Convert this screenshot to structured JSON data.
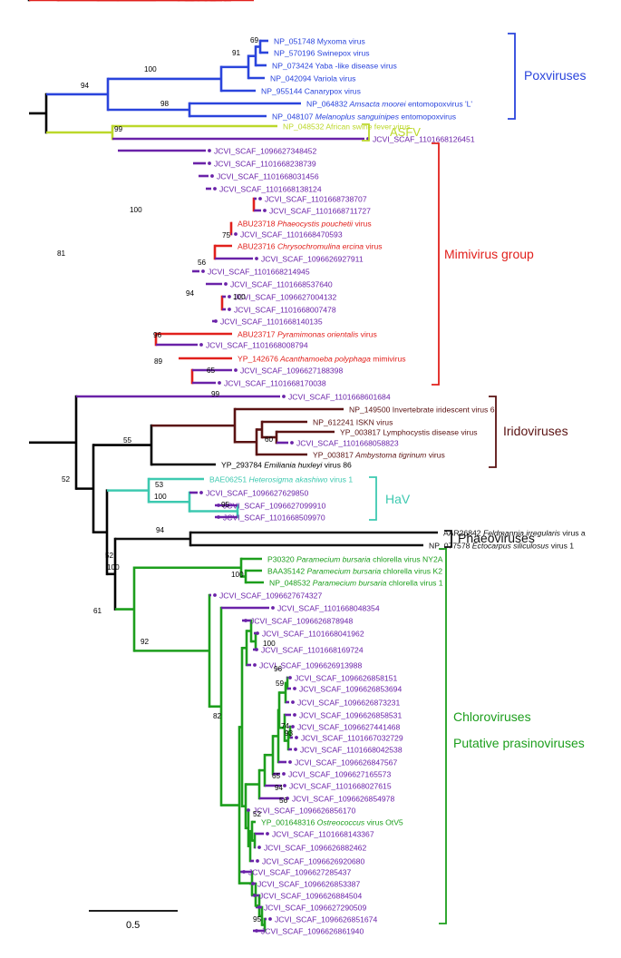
{
  "colors": {
    "pox": "#2a44dc",
    "asfv": "#bcd82a",
    "mimi": "#e1201c",
    "irido": "#5a1212",
    "hav": "#3dc9b0",
    "phaeo": "#111111",
    "chloro": "#1c9e1c",
    "env": "#6a22a8",
    "base": "#000000"
  },
  "leaves": [
    {
      "id": "NP_051748",
      "name": "Myxoma virus",
      "group": "pox"
    },
    {
      "id": "NP_570196",
      "name": "Swinepox virus",
      "group": "pox"
    },
    {
      "id": "NP_073424",
      "name": "Yaba -like disease virus",
      "group": "pox"
    },
    {
      "id": "NP_042094",
      "name": "Variola virus",
      "group": "pox"
    },
    {
      "id": "NP_955144",
      "name": "Canarypox virus",
      "group": "pox"
    },
    {
      "id": "NP_064832",
      "name": "Amsacta moorei",
      "name2": "entomopoxvirus 'L'",
      "italic": true,
      "group": "pox"
    },
    {
      "id": "NP_048107",
      "name": "Melanoplus sanguinipes",
      "name2": "entomopoxvirus",
      "italic": true,
      "group": "pox"
    },
    {
      "id": "NP_048532",
      "name": "African swine fever virus",
      "group": "asfv"
    },
    {
      "id": "JCVI_SCAF_1101668126451",
      "group": "env"
    },
    {
      "id": "JCVI_SCAF_1096627348452",
      "group": "env"
    },
    {
      "id": "JCVI_SCAF_1101668238739",
      "group": "env"
    },
    {
      "id": "JCVI_SCAF_1101668031456",
      "group": "env"
    },
    {
      "id": "JCVI_SCAF_1101668138124",
      "group": "env"
    },
    {
      "id": "JCVI_SCAF_1101668738707",
      "group": "env"
    },
    {
      "id": "JCVI_SCAF_1101668711727",
      "group": "env"
    },
    {
      "id": "ABU23718",
      "name": "Phaeocystis pouchetii",
      "name2": "virus",
      "italic": true,
      "group": "mimi"
    },
    {
      "id": "JCVI_SCAF_1101668470593",
      "group": "env"
    },
    {
      "id": "ABU23716",
      "name": "Chrysochromulina ercina",
      "name2": "virus",
      "italic": true,
      "group": "mimi"
    },
    {
      "id": "JCVI_SCAF_1096626927911",
      "group": "env"
    },
    {
      "id": "JCVI_SCAF_1101668214945",
      "group": "env"
    },
    {
      "id": "JCVI_SCAF_1101668537640",
      "group": "env"
    },
    {
      "id": "JCVI_SCAF_1096627004132",
      "group": "env"
    },
    {
      "id": "JCVI_SCAF_1101668007478",
      "group": "env"
    },
    {
      "id": "JCVI_SCAF_1101668140135",
      "group": "env"
    },
    {
      "id": "ABU23717",
      "name": "Pyramimonas orientalis",
      "name2": "virus",
      "italic": true,
      "group": "mimi"
    },
    {
      "id": "JCVI_SCAF_1101668008794",
      "group": "env"
    },
    {
      "id": "YP_142676",
      "name": "Acanthamoeba polyphaga",
      "name2": "mimivirus",
      "italic": true,
      "group": "mimi"
    },
    {
      "id": "JCVI_SCAF_1096627188398",
      "group": "env"
    },
    {
      "id": "JCVI_SCAF_1101668170038",
      "group": "env"
    },
    {
      "id": "JCVI_SCAF_1101668601684",
      "group": "env"
    },
    {
      "id": "NP_149500",
      "name": "Invertebrate iridescent virus 6",
      "group": "irido"
    },
    {
      "id": "NP_612241",
      "name": "ISKN virus",
      "group": "irido"
    },
    {
      "id": "YP_003817",
      "name": "Lymphocystis disease virus",
      "group": "irido"
    },
    {
      "id": "JCVI_SCAF_1101668058823",
      "group": "env"
    },
    {
      "id": "YP_003817",
      "name": "Ambystoma tigrinum",
      "name2": "virus",
      "italic": true,
      "group": "irido"
    },
    {
      "id": "YP_293784",
      "name": "Emiliania huxleyi",
      "name2": "virus 86",
      "italic": true,
      "group": "base"
    },
    {
      "id": "BAE06251",
      "name": "Heterosigma akashiwo",
      "name2": "virus 1",
      "italic": true,
      "group": "hav"
    },
    {
      "id": "JCVI_SCAF_1096627629850",
      "group": "env"
    },
    {
      "id": "JCVI_SCAF_1096627099910",
      "group": "env"
    },
    {
      "id": "JCVI_SCAF_1101668509970",
      "group": "env"
    },
    {
      "id": "AAR26842",
      "name": "Feldmannia irregularis",
      "name2": "virus a",
      "italic": true,
      "group": "phaeo"
    },
    {
      "id": "NP_077578",
      "name": "Ectocarpus siliculosus",
      "name2": "virus 1",
      "italic": true,
      "group": "phaeo"
    },
    {
      "id": "P30320",
      "name": "Paramecium bursaria",
      "name2": "chlorella virus NY2A",
      "italic": true,
      "group": "chloro"
    },
    {
      "id": "BAA35142",
      "name": "Paramecium bursaria",
      "name2": "chlorella virus K2",
      "italic": true,
      "group": "chloro"
    },
    {
      "id": "NP_048532",
      "name": "Paramecium bursaria",
      "name2": "chlorella virus 1",
      "italic": true,
      "group": "chloro"
    },
    {
      "id": "JCVI_SCAF_1096627674327",
      "group": "env"
    },
    {
      "id": "JCVI_SCAF_1101668048354",
      "group": "env"
    },
    {
      "id": "JCVI_SCAF_1096626878948",
      "group": "env"
    },
    {
      "id": "JCVI_SCAF_1101668041962",
      "group": "env"
    },
    {
      "id": "JCVI_SCAF_1101668169724",
      "group": "env"
    },
    {
      "id": "JCVI_SCAF_1096626913988",
      "group": "env"
    },
    {
      "id": "JCVI_SCAF_1096626858151",
      "group": "env"
    },
    {
      "id": "JCVI_SCAF_1096626853694",
      "group": "env"
    },
    {
      "id": "JCVI_SCAF_1096626873231",
      "group": "env"
    },
    {
      "id": "JCVI_SCAF_1096626858531",
      "group": "env"
    },
    {
      "id": "JCVI_SCAF_1096627441468",
      "group": "env"
    },
    {
      "id": "JCVI_SCAF_1101667032729",
      "group": "env"
    },
    {
      "id": "JCVI_SCAF_1101668042538",
      "group": "env"
    },
    {
      "id": "JCVI_SCAF_1096626847567",
      "group": "env"
    },
    {
      "id": "JCVI_SCAF_1096627165573",
      "group": "env"
    },
    {
      "id": "JCVI_SCAF_1101668027615",
      "group": "env"
    },
    {
      "id": "JCVI_SCAF_1096626854978",
      "group": "env"
    },
    {
      "id": "JCVI_SCAF_1096626856170",
      "group": "env"
    },
    {
      "id": "YP_001648316",
      "name": "Ostreococcus",
      "name2": "virus OtV5",
      "italic": true,
      "group": "chloro"
    },
    {
      "id": "JCVI_SCAF_1101668143367",
      "group": "env"
    },
    {
      "id": "JCVI_SCAF_1096626882462",
      "group": "env"
    },
    {
      "id": "JCVI_SCAF_1096626920680",
      "group": "env"
    },
    {
      "id": "JCVI_SCAF_1096627285437",
      "group": "env"
    },
    {
      "id": "JCVI_SCAF_1096626853387",
      "group": "env"
    },
    {
      "id": "JCVI_SCAF_1096626884504",
      "group": "env"
    },
    {
      "id": "JCVI_SCAF_1096627290509",
      "group": "env"
    },
    {
      "id": "JCVI_SCAF_1096626851674",
      "group": "env"
    },
    {
      "id": "JCVI_SCAF_1096626861940",
      "group": "env"
    }
  ],
  "bootstrap": [
    "69",
    "91",
    "100",
    "94",
    "98",
    "99",
    "100",
    "75",
    "56",
    "94",
    "100",
    "81",
    "96",
    "89",
    "65",
    "99",
    "60",
    "55",
    "52",
    "53",
    "100",
    "95",
    "94",
    "52",
    "100",
    "100",
    "61",
    "92",
    "100",
    "96",
    "59",
    "74",
    "93",
    "82",
    "65",
    "94",
    "56",
    "52",
    "95"
  ],
  "clades": [
    {
      "label": "Poxviruses",
      "group": "pox"
    },
    {
      "label": "ASFV",
      "group": "asfv"
    },
    {
      "label": "Mimivirus group",
      "group": "mimi"
    },
    {
      "label": "Iridoviruses",
      "group": "irido"
    },
    {
      "label": "HaV",
      "group": "hav"
    },
    {
      "label": "Phaeoviruses",
      "group": "phaeo"
    },
    {
      "label": "Chloroviruses",
      "group": "chloro"
    },
    {
      "label": "Putative prasinoviruses",
      "group": "chloro"
    }
  ],
  "scale_label": "0.5"
}
